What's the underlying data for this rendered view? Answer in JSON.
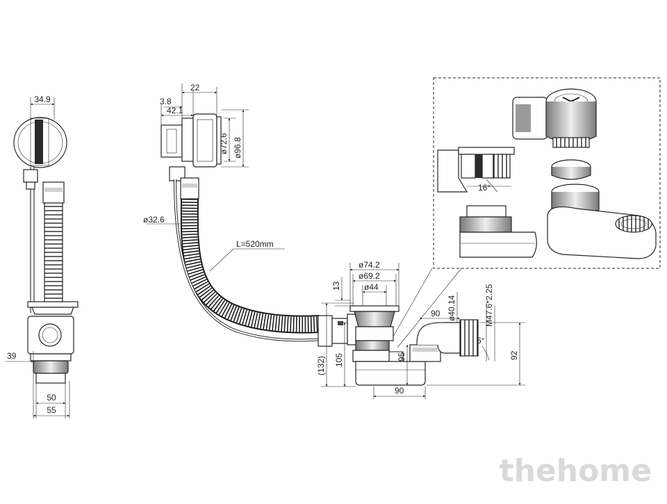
{
  "dimensions": {
    "left_overflow_width": "34.9",
    "overflow_depth_a": "3.8",
    "overflow_width_b": "22",
    "overflow_offset_c": "42.1",
    "overflow_outer_diameter": "ø96.8",
    "overflow_inner_diameter": "ø72.6",
    "hose_diameter": "ø32.6",
    "hose_length": "L=520mm",
    "left_side_offset": "39",
    "left_base_inner": "50",
    "left_base_outer": "55",
    "waste_outer_diameter": "ø74.2",
    "waste_mid_diameter": "ø69.2",
    "waste_inner_diameter": "ø44",
    "waste_flange_height": "13",
    "waste_total_height": "(132)",
    "waste_body_height": "105",
    "trap_height": "95",
    "trap_width": "90",
    "outlet_offset": "90",
    "outlet_diameter": "ø40.14",
    "outlet_thread": "M47.6*2.25",
    "outlet_angle": "6°",
    "outlet_height": "92",
    "detail_angle": "16°"
  },
  "watermark": "thehome",
  "colors": {
    "line": "#222222",
    "part_dark": "#5a5a5a",
    "part_mid": "#8c8c8c",
    "part_light": "#c8c8c8",
    "hose_fill": "#e6e6e6",
    "watermark": "#d9d9d9"
  }
}
